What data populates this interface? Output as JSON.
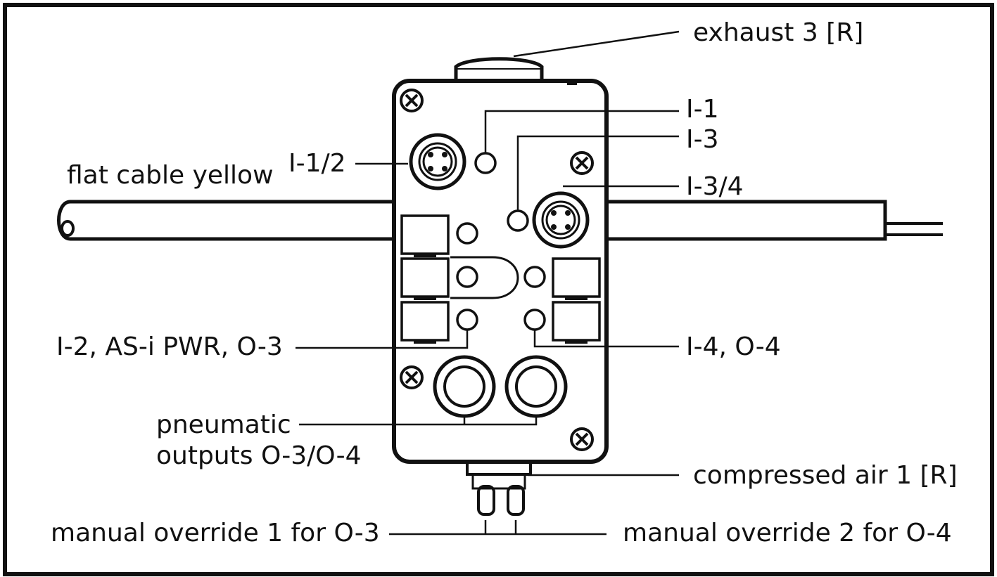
{
  "labels": {
    "exhaust": "exhaust 3 [R]",
    "i1": "I-1",
    "i3": "I-3",
    "i12": "I-1/2",
    "flat_cable": "flat cable yellow",
    "i34": "I-3/4",
    "i2_asi_o3": "I-2, AS-i PWR, O-3",
    "i4_o4": "I-4, O-4",
    "pneumatic_line1": "pneumatic",
    "pneumatic_line2": "outputs O-3/O-4",
    "compressed_air": "compressed air 1 [R]",
    "override1": "manual override 1 for O-3",
    "override2": "manual override 2 for O-4"
  },
  "colors": {
    "ink": "#111111",
    "background": "#ffffff"
  },
  "icons": [
    "screw-icon",
    "m12-connector-icon",
    "led-icon",
    "pneumatic-port-icon"
  ]
}
